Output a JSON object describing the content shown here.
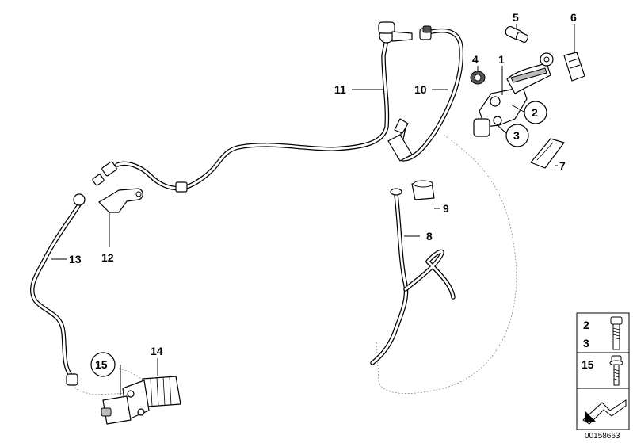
{
  "diagram": {
    "callouts": [
      {
        "id": "c1",
        "label": "1"
      },
      {
        "id": "c2",
        "label": "2"
      },
      {
        "id": "c3",
        "label": "3"
      },
      {
        "id": "c4",
        "label": "4"
      },
      {
        "id": "c5",
        "label": "5"
      },
      {
        "id": "c6",
        "label": "6"
      },
      {
        "id": "c7",
        "label": "7"
      },
      {
        "id": "c8",
        "label": "8"
      },
      {
        "id": "c9",
        "label": "9"
      },
      {
        "id": "c10",
        "label": "10"
      },
      {
        "id": "c11",
        "label": "11"
      },
      {
        "id": "c12",
        "label": "12"
      },
      {
        "id": "c13",
        "label": "13"
      },
      {
        "id": "c14",
        "label": "14"
      },
      {
        "id": "c15",
        "label": "15"
      }
    ],
    "legend": {
      "rows": [
        {
          "labels": [
            "2",
            "3"
          ]
        },
        {
          "labels": [
            "15"
          ]
        }
      ]
    },
    "document_id": "00158663"
  }
}
